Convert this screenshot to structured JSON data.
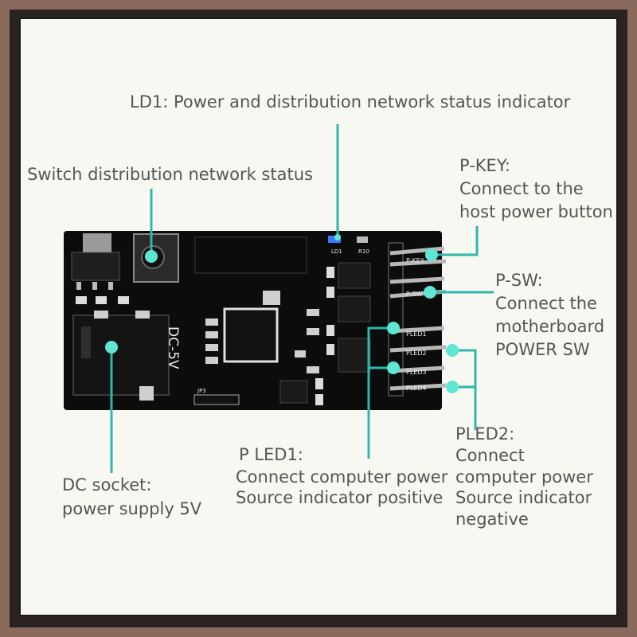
{
  "labels": {
    "ld1": "LD1: Power and distribution network status indicator",
    "switch": "Switch distribution network status",
    "pkey": [
      "P-KEY:",
      "Connect to the",
      "host power button"
    ],
    "psw": [
      "P-SW:",
      "Connect the",
      "motherboard",
      "POWER SW"
    ],
    "pled1": [
      "P LED1:",
      "Connect computer power",
      "Source indicator positive"
    ],
    "pled2": [
      "PLED2:",
      "Connect",
      "computer power",
      "Source indicator",
      "negative"
    ],
    "dc": [
      "DC socket:",
      "power supply 5V"
    ]
  },
  "board_text": {
    "dc5v": "DC-5V",
    "ld1": "LD1",
    "r10": "R10",
    "jp3": "JP3",
    "pkey": "P-KEY",
    "psw": "P-SW",
    "pled1": "PLED1",
    "pled2": "PLED2",
    "pled3": "PLED3",
    "pled4": "PLED4"
  },
  "colors": {
    "leader": "#2fb8a8",
    "dot": "#5ee6d2",
    "board": "#0c0c0c",
    "led": "#3a7bff"
  }
}
